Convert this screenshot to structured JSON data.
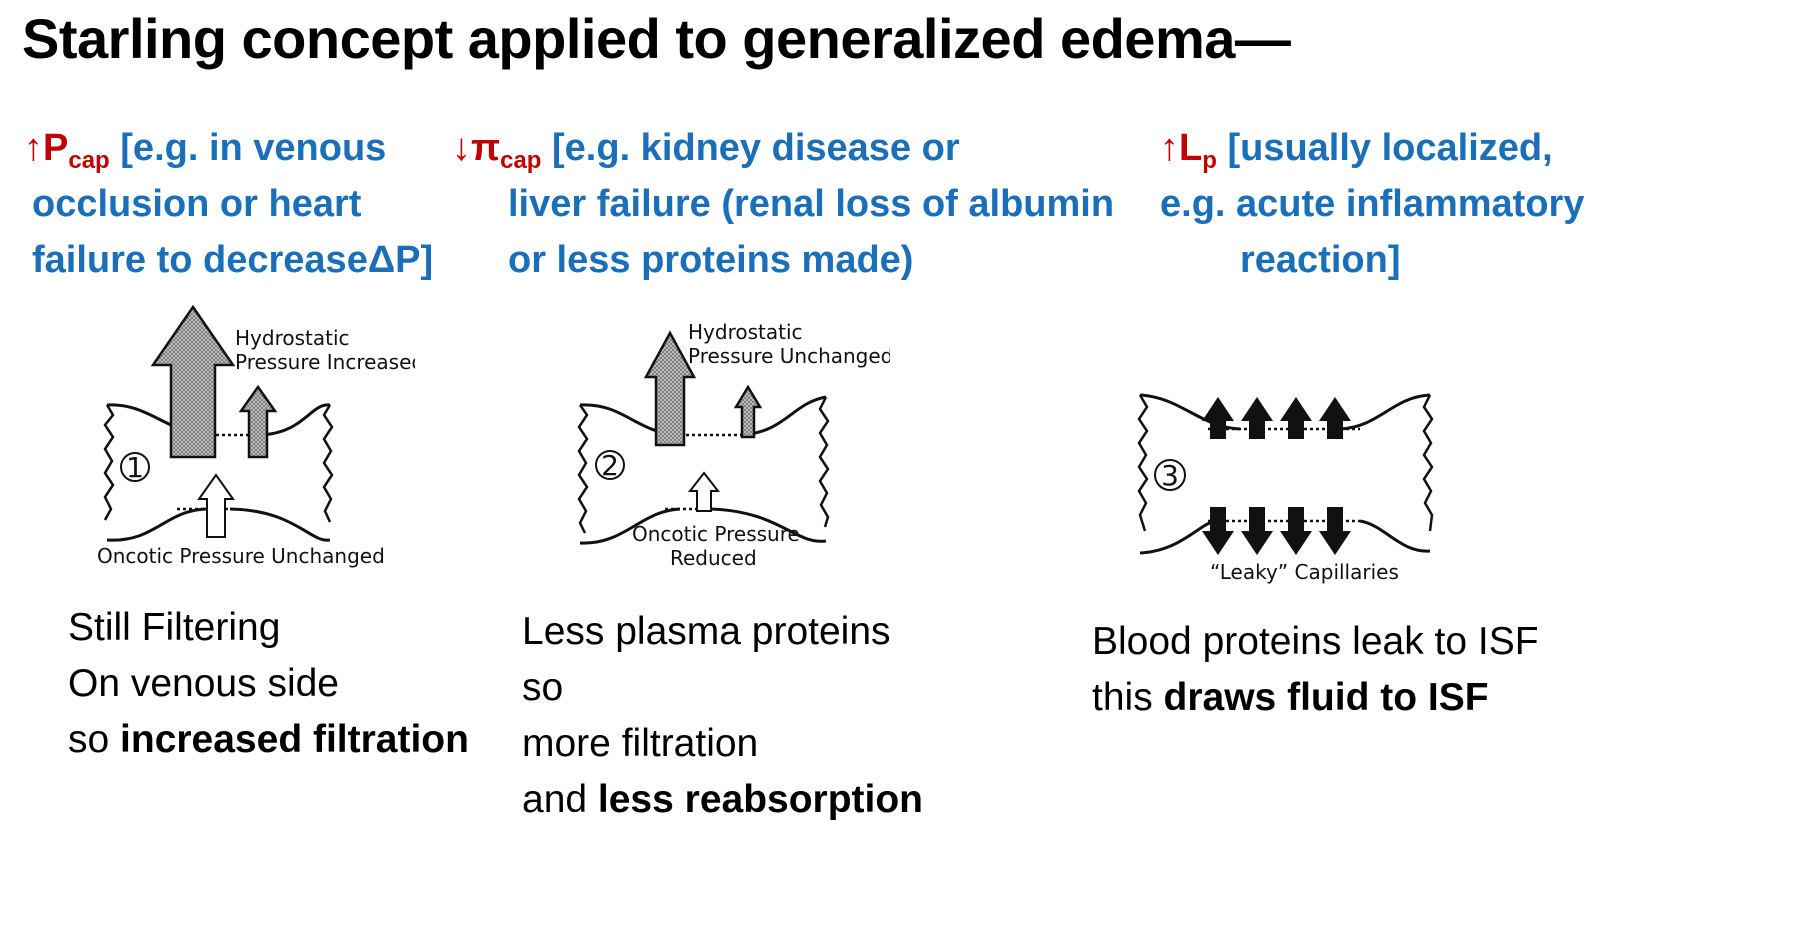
{
  "title": "Starling concept applied to generalized edema—",
  "columns": [
    {
      "cond": {
        "arrow": "↑",
        "var": "P",
        "sub": "cap",
        "line1_rest": " [e.g. in venous",
        "line2": "occlusion or heart",
        "line3a": "failure to decrease",
        "delta": "Δ",
        "line3b": "P]"
      },
      "diagram": {
        "number": "1",
        "top_label_1": "Hydrostatic",
        "top_label_2": "Pressure Increased",
        "bottom_label_1": "Oncotic Pressure Unchanged"
      },
      "desc": {
        "l1": "Still Filtering",
        "l2": "On venous side",
        "l3_plain": "so ",
        "l3_bold": "increased filtration"
      }
    },
    {
      "cond": {
        "arrow": "↓",
        "var": "π",
        "sub": "cap",
        "line1_rest": " [e.g. kidney disease or",
        "line2": "liver failure (renal loss of albumin",
        "line3": "or less proteins made)"
      },
      "diagram": {
        "number": "2",
        "top_label_1": "Hydrostatic",
        "top_label_2": "Pressure Unchanged",
        "bottom_label_1": "Oncotic Pressure",
        "bottom_label_2": "Reduced"
      },
      "desc": {
        "l1": "Less plasma proteins",
        "l2": "so",
        "l3": "more filtration",
        "l4_plain": "and ",
        "l4_bold": "less reabsorption"
      }
    },
    {
      "cond": {
        "arrow": "↑",
        "var": "L",
        "sub": "p",
        "line1_rest": " [usually localized,",
        "line2": "e.g. acute inflammatory",
        "line3": "reaction]"
      },
      "diagram": {
        "number": "3",
        "bottom_label_1": "“Leaky” Capillaries"
      },
      "desc": {
        "l1": "Blood proteins leak to ISF",
        "l2_plain": "this ",
        "l2_bold": "draws fluid to ISF"
      }
    }
  ],
  "colors": {
    "condition_text": "#1a6fb8",
    "condition_symbol": "#c00000",
    "body_text": "#000000"
  }
}
